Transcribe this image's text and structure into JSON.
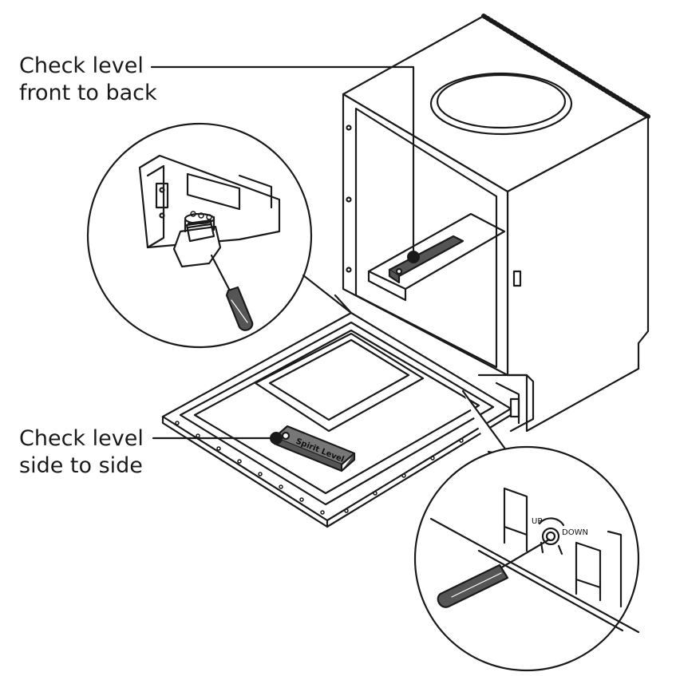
{
  "callouts": {
    "front_to_back": {
      "line1": "Check level",
      "line2": "front to back"
    },
    "side_to_side": {
      "line1": "Check level",
      "line2": "side to side"
    }
  },
  "tool_labels": {
    "spirit_level": "Spirit Level"
  },
  "adjuster_labels": {
    "up": "UP",
    "down": "DOWN"
  },
  "colors": {
    "line": "#1a1a1a",
    "level_fill": "#555555",
    "background": "#ffffff"
  }
}
